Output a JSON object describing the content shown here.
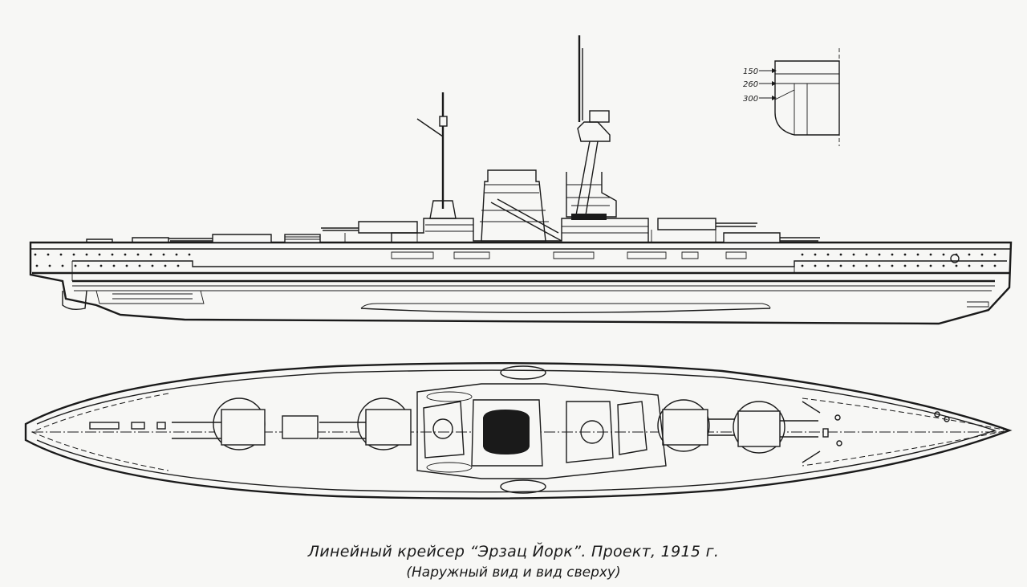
{
  "caption": {
    "title": "Линейный крейсер “Эрзац Йорк”. Проект, 1915 г.",
    "subtitle": "(Наружный вид и вид сверху)"
  },
  "armor_inset": {
    "labels": [
      "150",
      "260",
      "300"
    ]
  }
}
